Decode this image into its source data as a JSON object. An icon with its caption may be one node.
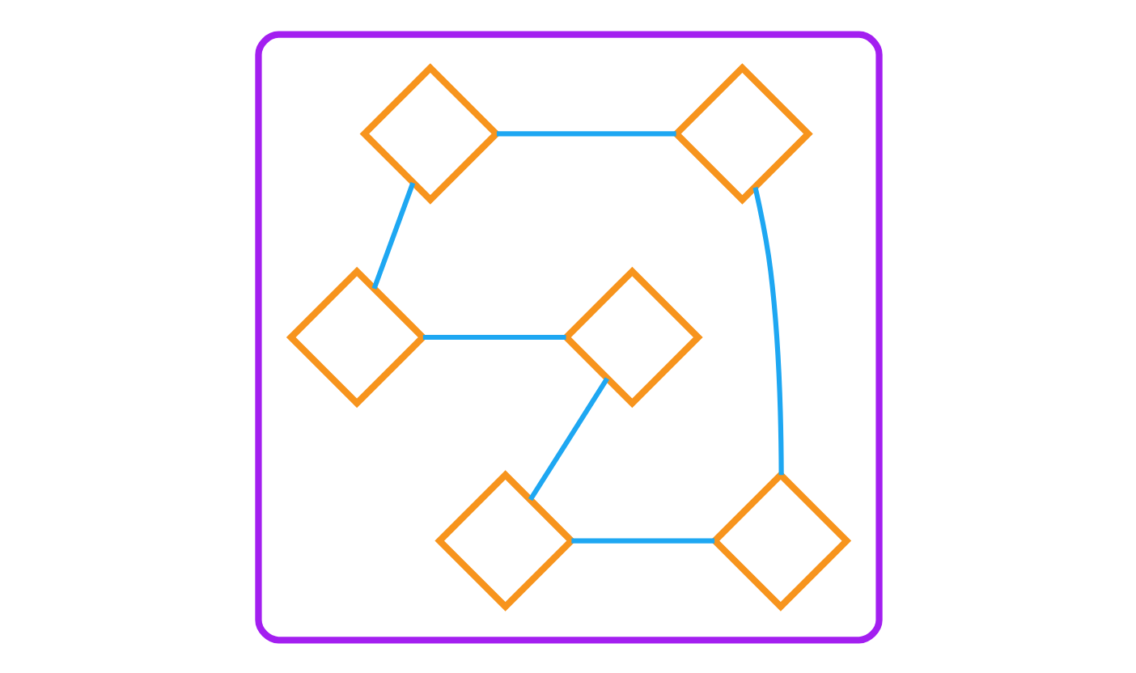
{
  "diagram": {
    "nodes": [
      {
        "text": [],
        "shape": "box"
      },
      {
        "text": [],
        "shape": "diamond",
        "in": 0
      },
      {
        "text": [],
        "shape": "diamond",
        "in": 0
      },
      {
        "text": [],
        "shape": "diamond",
        "in": 0
      },
      {
        "text": [],
        "shape": "diamond",
        "in": 0
      },
      {
        "text": [],
        "shape": "diamond",
        "in": 0
      },
      {
        "text": [],
        "shape": "diamond",
        "in": 0
      }
    ],
    "edges": [
      {
        "from": 1,
        "to": 2,
        "arrow": "none"
      },
      {
        "from": 2,
        "to": 3,
        "arrow": "none"
      },
      {
        "from": 3,
        "to": 4,
        "arrow": "none"
      },
      {
        "from": 4,
        "to": 5,
        "arrow": "none"
      },
      {
        "from": 5,
        "to": 6,
        "arrow": "none"
      },
      {
        "from": 6,
        "to": 1,
        "arrow": "none"
      }
    ]
  }
}
